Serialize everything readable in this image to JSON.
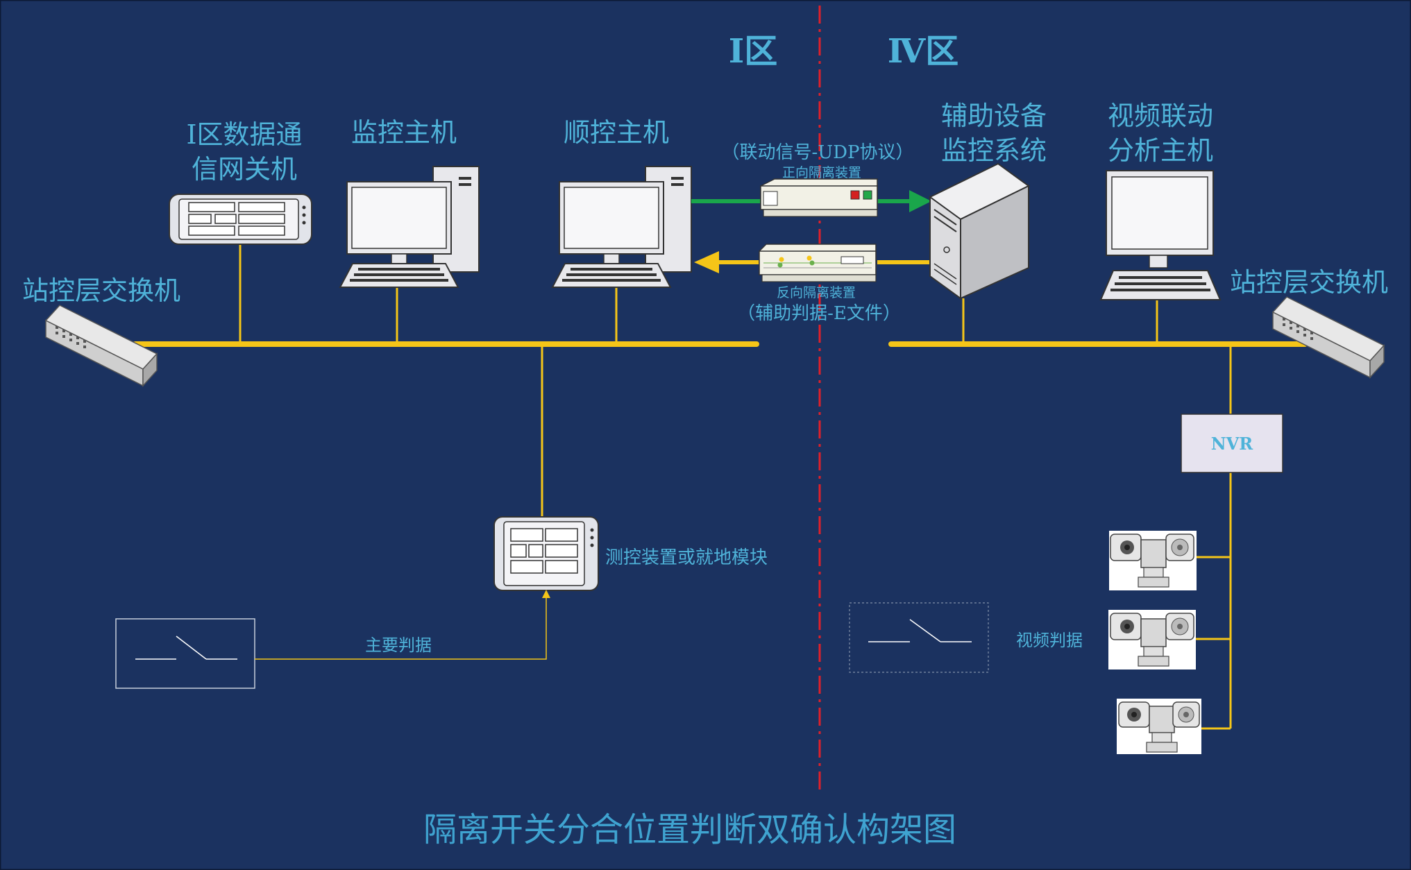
{
  "title": "隔离开关分合位置判断双确认构架图",
  "zones": {
    "left": "I区",
    "right": "Ⅳ区"
  },
  "devices": {
    "gateway_line1": "Ⅰ区数据通",
    "gateway_line2": "信网关机",
    "monitor_host": "监控主机",
    "sequence_host": "顺控主机",
    "aux_line1": "辅助设备",
    "aux_line2": "监控系统",
    "video_line1": "视频联动",
    "video_line2": "分析主机",
    "switch_left": "站控层交换机",
    "switch_right": "站控层交换机",
    "nvr": "NVR",
    "measure": "测控装置或就地模块"
  },
  "links": {
    "forward_protocol": "（联动信号-UDP协议）",
    "forward_device": "正向隔离装置",
    "reverse_device": "反向隔离装置",
    "reverse_protocol": "（辅助判据-E文件）"
  },
  "criteria": {
    "primary": "主要判据",
    "video": "视频判据"
  },
  "colors": {
    "background": "#1b3260",
    "bus": "#f5c518",
    "forward_arrow": "#1aa64b",
    "reverse_arrow": "#f5c518",
    "divider": "#e0202a",
    "label": "#4fb3d9",
    "title": "#3fa3d0"
  }
}
